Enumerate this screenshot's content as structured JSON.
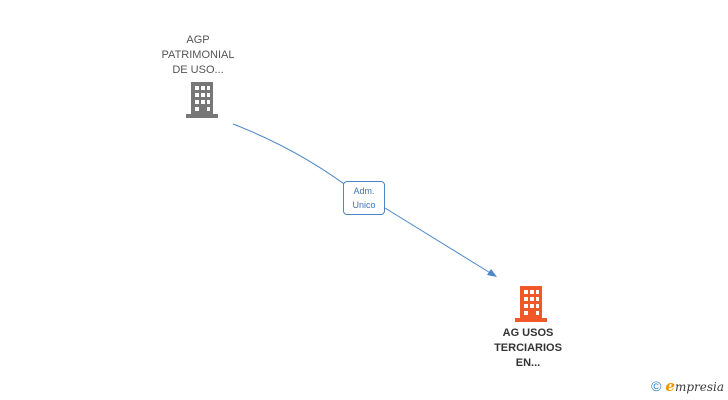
{
  "nodes": {
    "top": {
      "label_lines": [
        "AGP",
        "PATRIMONIAL",
        "DE USO..."
      ],
      "color": "#777777"
    },
    "bottom": {
      "label_lines": [
        "AG USOS",
        "TERCIARIOS",
        "EN..."
      ],
      "color": "#f0582a"
    }
  },
  "relation": {
    "label_lines": [
      "Adm.",
      "Unico"
    ],
    "color": "#4a86c8"
  },
  "footer": {
    "copyright_symbol": "©",
    "brand_initial": "e",
    "brand_rest": "mpresia",
    "brand_color": "#f29400"
  }
}
